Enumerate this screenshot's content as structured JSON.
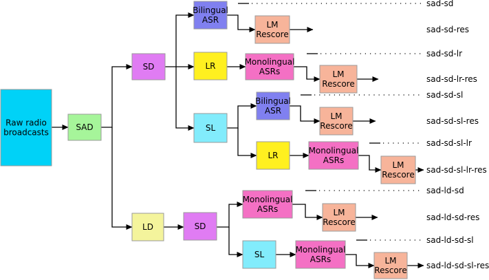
{
  "colors": {
    "raw": "#00d2f7",
    "sad": "#a6f59a",
    "sd": "#e07cf3",
    "ld": "#f4f49c",
    "bilingual_asr": "#8080f0",
    "lr": "#fff020",
    "sl": "#82ecfc",
    "monolingual_asrs": "#f470c4",
    "lm_rescore": "#f7b49a"
  },
  "nodes": {
    "raw": [
      "Raw radio",
      "broadcasts"
    ],
    "sad": [
      "SAD"
    ],
    "sd_top": [
      "SD"
    ],
    "ld": [
      "LD"
    ],
    "bi_asr_1": [
      "Bilingual",
      "ASR"
    ],
    "lm_1": [
      "LM",
      "Rescore"
    ],
    "lr_1": [
      "LR"
    ],
    "mono_1": [
      "Monolingual",
      "ASRs"
    ],
    "lm_2": [
      "LM",
      "Rescore"
    ],
    "sl_1": [
      "SL"
    ],
    "bi_asr_2": [
      "Bilingual",
      "ASR"
    ],
    "lm_3": [
      "LM",
      "Rescore"
    ],
    "lr_2": [
      "LR"
    ],
    "mono_2": [
      "Monolingual",
      "ASRs"
    ],
    "lm_4": [
      "LM",
      "Rescore"
    ],
    "sd_bottom": [
      "SD"
    ],
    "mono_3": [
      "Monolingual",
      "ASRs"
    ],
    "lm_5": [
      "LM",
      "Rescore"
    ],
    "sl_2": [
      "SL"
    ],
    "mono_4": [
      "Monolingual",
      "ASRs"
    ],
    "lm_6": [
      "LM",
      "Rescore"
    ]
  },
  "outputs": {
    "o1": "sad-sd",
    "o2": "sad-sd-res",
    "o3": "sad-sd-lr",
    "o4": "sad-sd-lr-res",
    "o5": "sad-sd-sl",
    "o6": "sad-sd-sl-res",
    "o7": "sad-sd-sl-lr",
    "o8": "sad-sd-sl-lr-res",
    "o9": "sad-ld-sd",
    "o10": "sad-ld-sd-res",
    "o11": "sad-ld-sd-sl",
    "o12": "sad-ld-sd-sl-res"
  }
}
